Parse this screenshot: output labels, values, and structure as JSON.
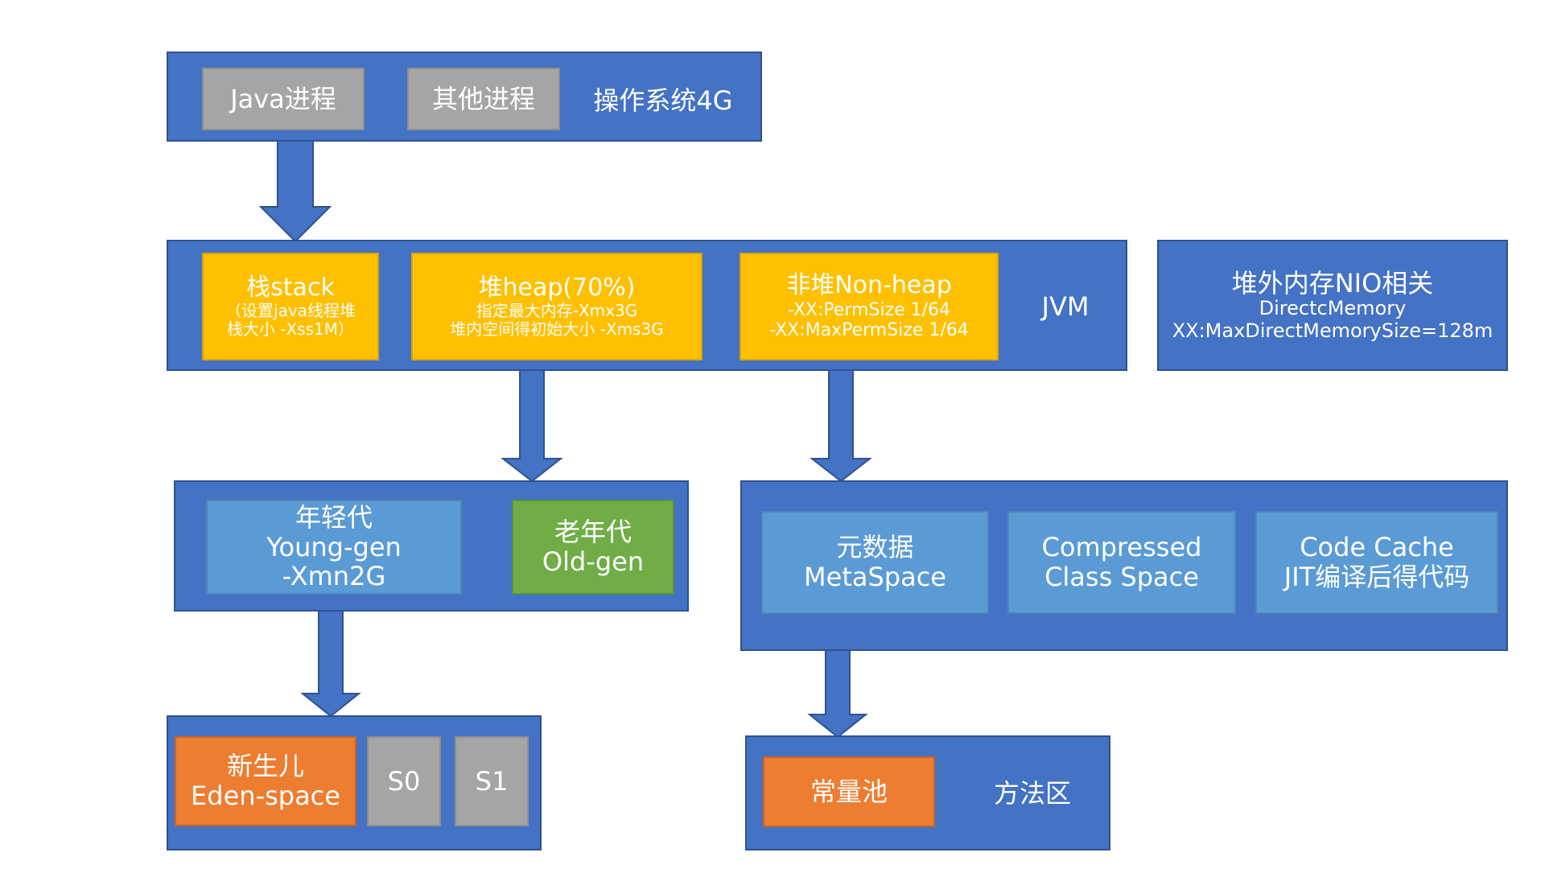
{
  "os": {
    "java_process": "Java进程",
    "other_process": "其他进程",
    "title": "操作系统4G"
  },
  "jvm": {
    "title": "JVM",
    "stack": {
      "title": "栈stack",
      "line1": "（设置java线程堆",
      "line2": "栈大小  -Xss1M）"
    },
    "heap": {
      "title": "堆heap(70%)",
      "line1": "指定最大内存-Xmx3G",
      "line2": "堆内空间得初始大小 -Xms3G"
    },
    "nonheap": {
      "title": "非堆Non-heap",
      "line1": "-XX:PermSize 1/64",
      "line2": "-XX:MaxPermSize 1/64"
    }
  },
  "direct": {
    "title": "堆外内存NIO相关",
    "line1": "DirectcMemory",
    "line2": "XX:MaxDirectMemorySize=128m"
  },
  "heap_detail": {
    "young": {
      "line1": "年轻代",
      "line2": "Young-gen",
      "line3": "-Xmn2G"
    },
    "old": {
      "line1": "老年代",
      "line2": "Old-gen"
    }
  },
  "nonheap_detail": {
    "metaspace": {
      "line1": "元数据",
      "line2": "MetaSpace"
    },
    "compressed": {
      "line1": "Compressed",
      "line2": "Class Space"
    },
    "codecache": {
      "line1": "Code Cache",
      "line2": "JIT编译后得代码"
    }
  },
  "young_detail": {
    "eden": {
      "line1": "新生儿",
      "line2": "Eden-space"
    },
    "s0": "S0",
    "s1": "S1"
  },
  "method_area": {
    "constant_pool": "常量池",
    "title": "方法区"
  },
  "colors": {
    "container_blue": "#4472c4",
    "gray": "#a5a5a5",
    "yellow": "#ffc000",
    "light_blue": "#5b9bd5",
    "green": "#70ad47",
    "orange": "#ed7d31"
  }
}
